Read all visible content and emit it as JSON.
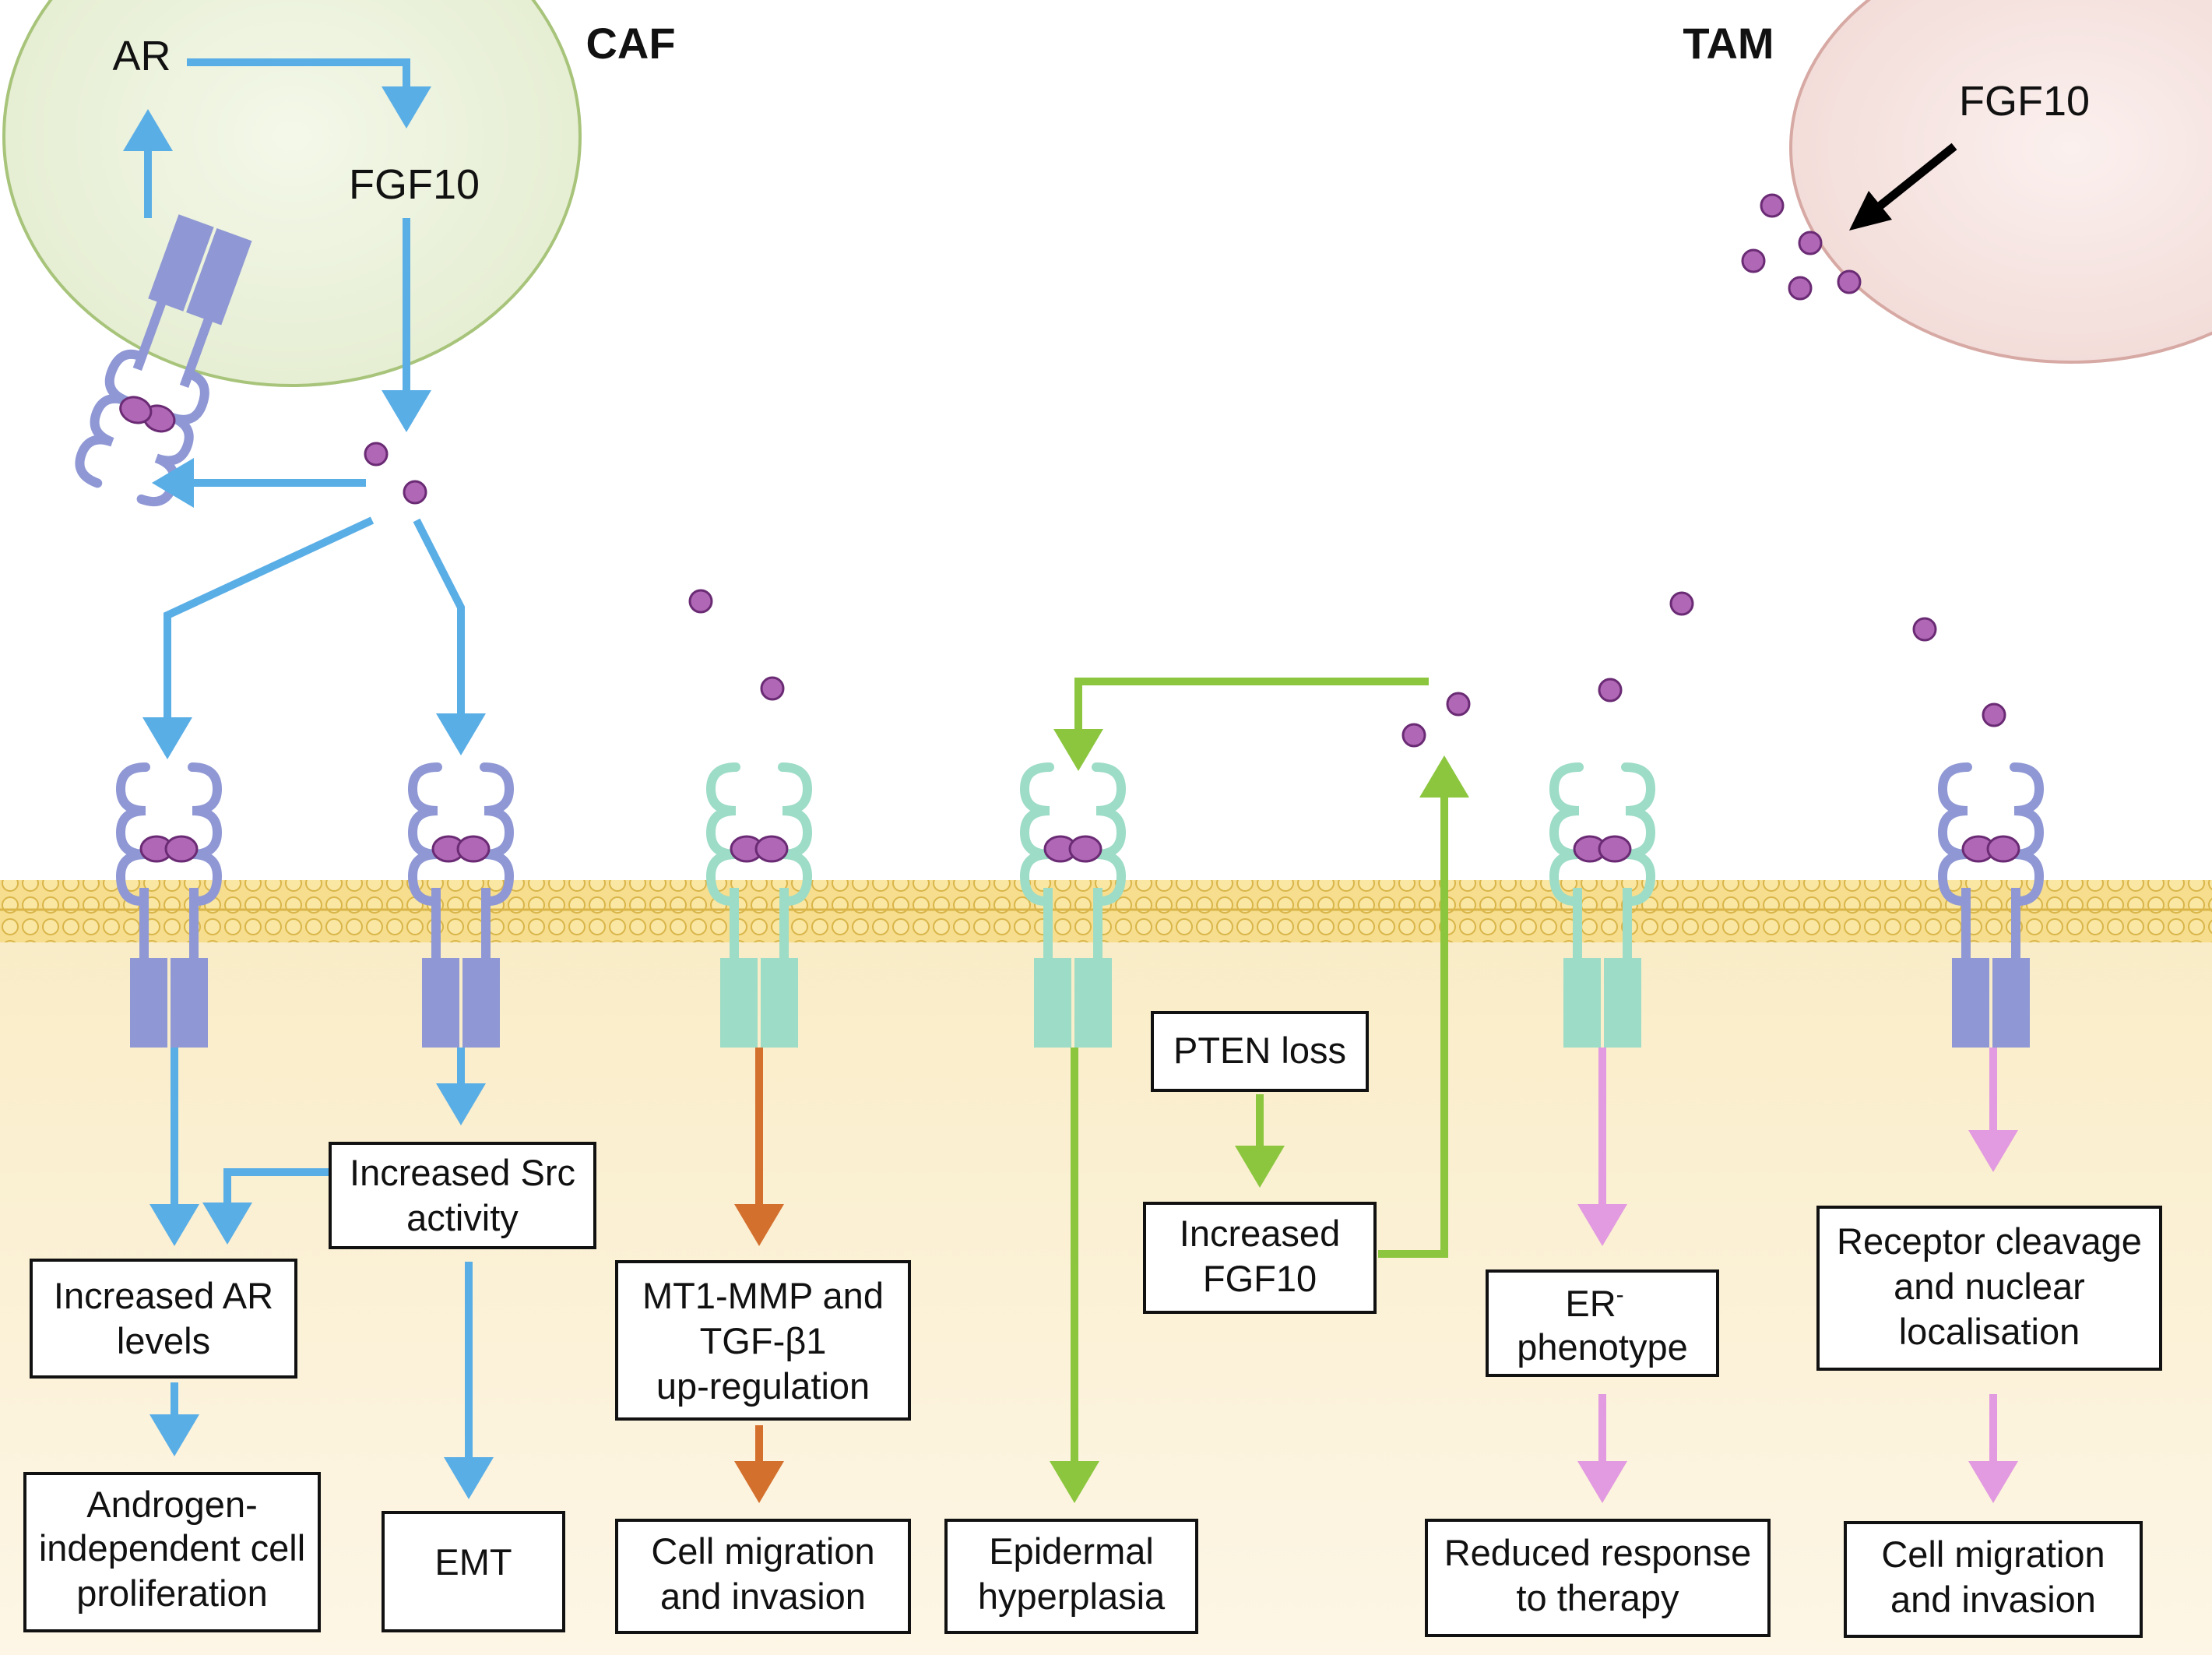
{
  "cells": {
    "caf": "CAF",
    "tam": "TAM",
    "ar": "AR",
    "fgf10_caf": "FGF10",
    "fgf10_tam": "FGF10"
  },
  "boxes": {
    "increased_src": [
      "Increased Src",
      "activity"
    ],
    "increased_ar": [
      "Increased AR",
      "levels"
    ],
    "androgen_independent": [
      "Androgen-",
      "independent cell",
      "proliferation"
    ],
    "emt": [
      "EMT"
    ],
    "mt1_mmp": [
      "MT1-MMP and",
      "TGF-β1",
      "up-regulation"
    ],
    "cell_migration_1": [
      "Cell migration",
      "and invasion"
    ],
    "epidermal": [
      "Epidermal",
      "hyperplasia"
    ],
    "pten_loss": [
      "PTEN loss"
    ],
    "increased_fgf10": [
      "Increased",
      "FGF10"
    ],
    "er_phenotype": [
      "ER",
      "phenotype"
    ],
    "er_superscript": "-",
    "reduced_response": [
      "Reduced response",
      "to therapy"
    ],
    "receptor_cleavage": [
      "Receptor cleavage",
      "and nuclear",
      "localisation"
    ],
    "cell_migration_2": [
      "Cell migration",
      "and invasion"
    ]
  },
  "colors": {
    "blue_arrow": "#5aaee6",
    "orange_arrow": "#d4702e",
    "green_arrow": "#8cc63f",
    "pink_arrow": "#e29ae0",
    "receptor_purple": "#8f98d4",
    "receptor_green": "#9ddcc6",
    "ligand": "#b067b5",
    "caf_cell": "#e7f0d4",
    "tam_cell": "#f5e3e0",
    "cytoplasm": "#fbf0d2",
    "membrane": "#f2d583"
  }
}
